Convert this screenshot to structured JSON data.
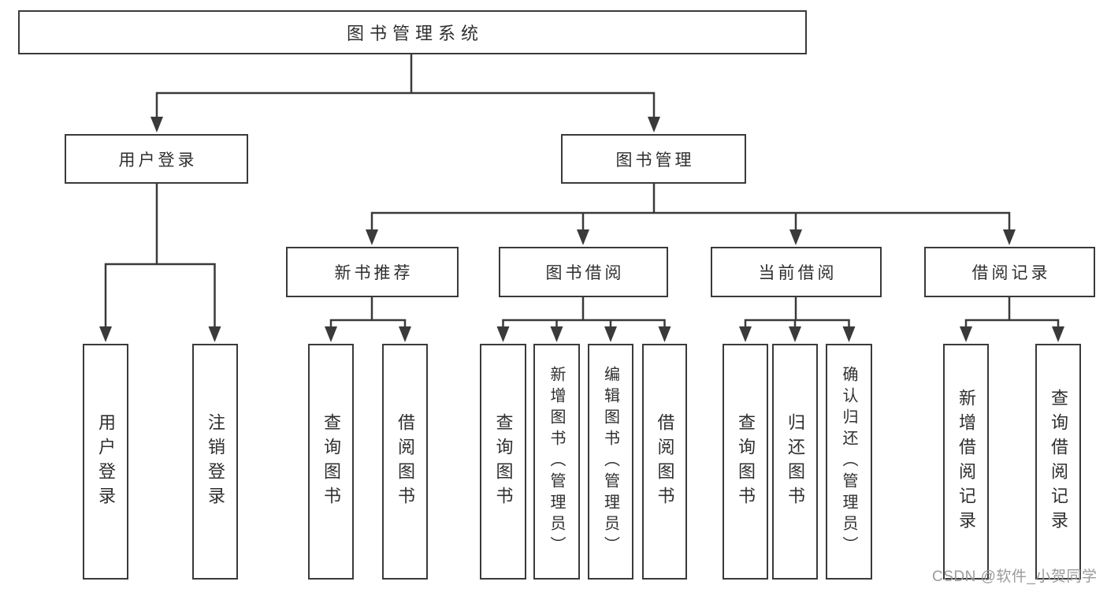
{
  "colors": {
    "background": "#ffffff",
    "line": "#3a3a3a",
    "box_border": "#3a3a3a",
    "box_fill": "#ffffff",
    "text": "#2f2f2f",
    "watermark": "#9b9b9b"
  },
  "watermark": {
    "text": "CSDN @软件_小贺同学"
  },
  "diagram": {
    "root": {
      "label": "图书管理系统",
      "children": [
        {
          "label": "用户登录",
          "children": [
            {
              "label": "用户登录"
            },
            {
              "label": "注销登录"
            }
          ]
        },
        {
          "label": "图书管理",
          "children": [
            {
              "label": "新书推荐",
              "children": [
                {
                  "label": "查询图书"
                },
                {
                  "label": "借阅图书"
                }
              ]
            },
            {
              "label": "图书借阅",
              "children": [
                {
                  "label": "查询图书"
                },
                {
                  "label": "新增图书（管理员）"
                },
                {
                  "label": "编辑图书（管理员）"
                },
                {
                  "label": "借阅图书"
                }
              ]
            },
            {
              "label": "当前借阅",
              "children": [
                {
                  "label": "查询图书"
                },
                {
                  "label": "归还图书"
                },
                {
                  "label": "确认归还（管理员）"
                }
              ]
            },
            {
              "label": "借阅记录",
              "children": [
                {
                  "label": "新增借阅记录"
                },
                {
                  "label": "查询借阅记录"
                }
              ]
            }
          ]
        }
      ]
    }
  }
}
